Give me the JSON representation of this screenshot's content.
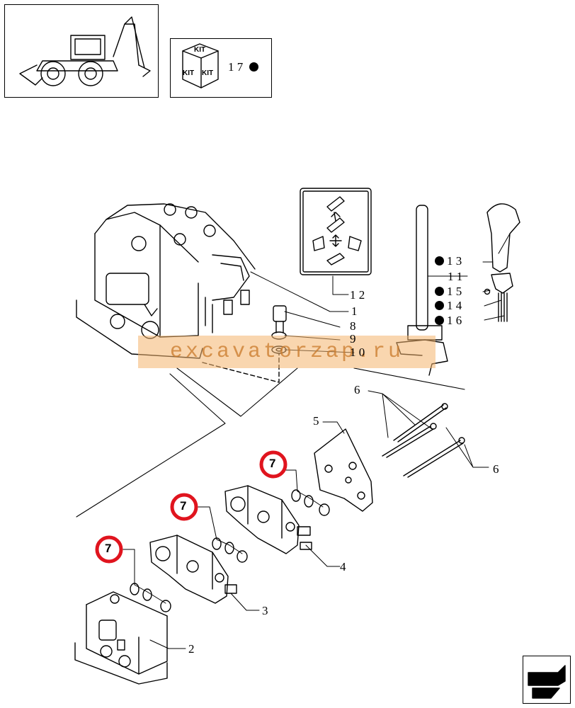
{
  "kit": {
    "label_top": "KIT",
    "label_left": "KIT",
    "label_right": "KIT",
    "ref_text": "1 7"
  },
  "watermark": "excavatorzap.ru",
  "callouts": [
    {
      "id": "c1",
      "text": "1",
      "bullet": false
    },
    {
      "id": "c2",
      "text": "2",
      "bullet": false
    },
    {
      "id": "c3",
      "text": "3",
      "bullet": false
    },
    {
      "id": "c4",
      "text": "4",
      "bullet": false
    },
    {
      "id": "c5",
      "text": "5",
      "bullet": false
    },
    {
      "id": "c6a",
      "text": "6",
      "bullet": false
    },
    {
      "id": "c6b",
      "text": "6",
      "bullet": false
    },
    {
      "id": "c7a",
      "text": "7",
      "bullet": false
    },
    {
      "id": "c7b",
      "text": "7",
      "bullet": false
    },
    {
      "id": "c7c",
      "text": "7",
      "bullet": false
    },
    {
      "id": "c8",
      "text": "8",
      "bullet": false
    },
    {
      "id": "c9",
      "text": "9",
      "bullet": false
    },
    {
      "id": "c10",
      "text": "1 0",
      "bullet": false
    },
    {
      "id": "c11",
      "text": "1 1",
      "bullet": false
    },
    {
      "id": "c12",
      "text": "1 2",
      "bullet": false
    },
    {
      "id": "c13",
      "text": "1 3",
      "bullet": true
    },
    {
      "id": "c14",
      "text": "1 4",
      "bullet": true
    },
    {
      "id": "c15",
      "text": "1 5",
      "bullet": true
    },
    {
      "id": "c16",
      "text": "1 6",
      "bullet": true
    }
  ],
  "colors": {
    "highlight": "#e0141e",
    "ink": "#000000"
  }
}
